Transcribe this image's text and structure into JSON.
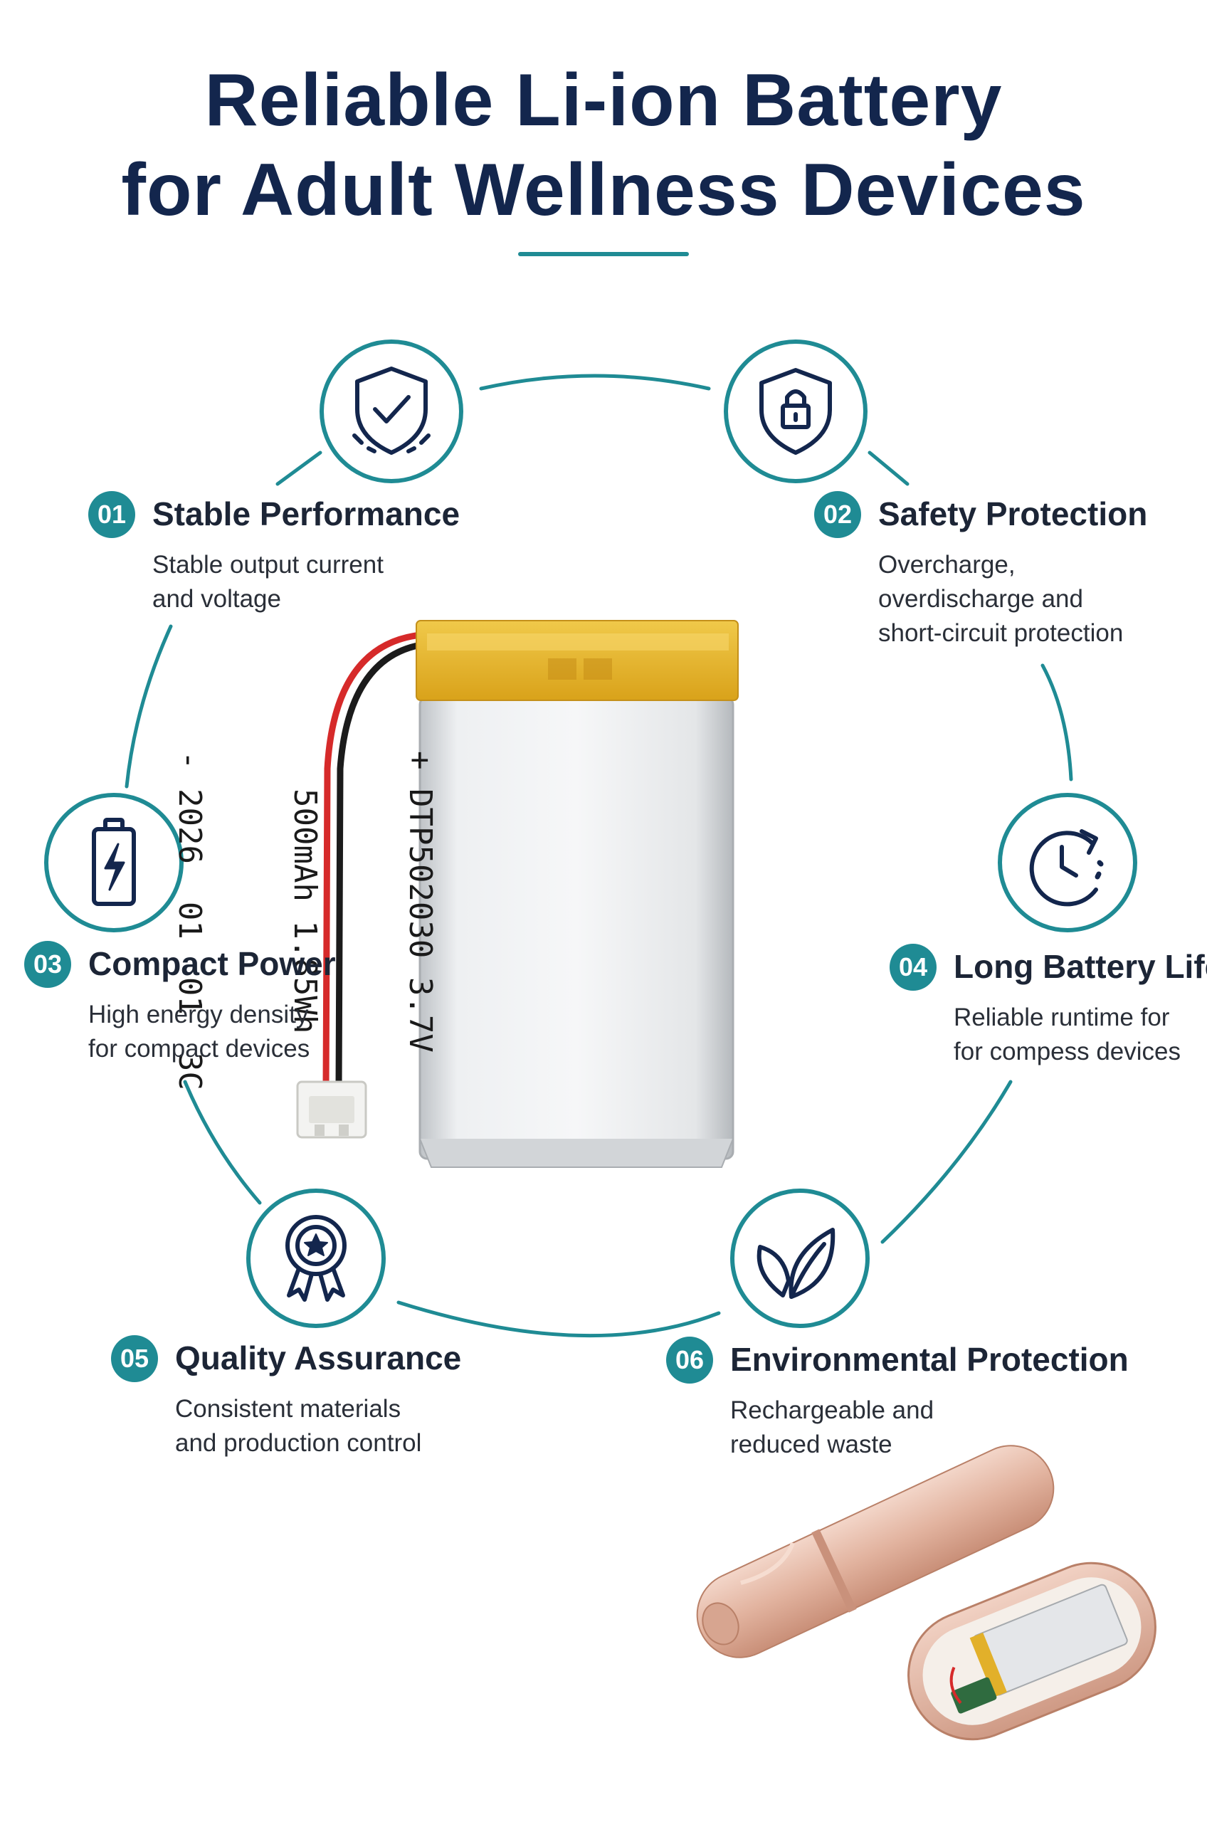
{
  "title": {
    "line1": "Reliable Li-ion Battery",
    "line2": "for Adult Wellness Devices"
  },
  "colors": {
    "title": "#13264d",
    "accent": "#1f8b94",
    "text": "#1c2536",
    "battery_wrap": "#e5b62a",
    "device": "#e7c1b1"
  },
  "features": [
    {
      "number": "01",
      "title": "Stable Performance",
      "icon": "shield-check-icon",
      "description": [
        "Stable output current",
        "and voltage"
      ]
    },
    {
      "number": "02",
      "title": "Safety Protection",
      "icon": "shield-lock-icon",
      "description": [
        "Overcharge,",
        "overdischarge and",
        "short-circuit protection"
      ]
    },
    {
      "number": "03",
      "title": "Compact Power",
      "icon": "battery-bolt-icon",
      "description": [
        "High energy density",
        "for compact devices"
      ]
    },
    {
      "number": "04",
      "title": "Long Battery Life",
      "icon": "clock-cycle-icon",
      "description": [
        "Reliable runtime for",
        "for compess devices"
      ]
    },
    {
      "number": "05",
      "title": "Quality Assurance",
      "icon": "award-badge-icon",
      "description": [
        "Consistent materials",
        "and production control"
      ]
    },
    {
      "number": "06",
      "title": "Environmental Protection",
      "icon": "leaves-icon",
      "description": [
        "Rechargeable and",
        "reduced waste"
      ]
    }
  ],
  "battery": {
    "label_lines": [
      "+ DTP502030 3.7V",
      "  500mAh 1.85Wh",
      "- 2026  01  01  3C"
    ]
  }
}
